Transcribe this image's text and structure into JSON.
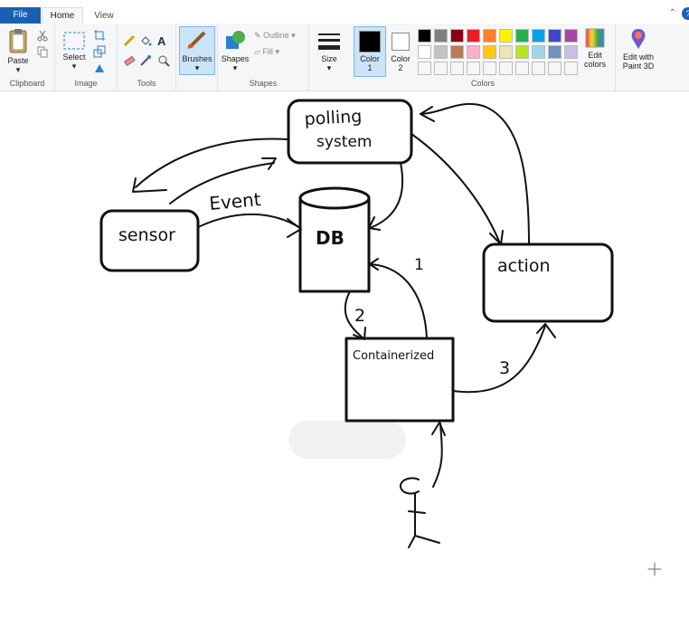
{
  "tabs": {
    "file": "File",
    "home": "Home",
    "view": "View"
  },
  "ribbon": {
    "clipboard": {
      "paste": "Paste",
      "group": "Clipboard"
    },
    "image": {
      "select": "Select",
      "group": "Image"
    },
    "tools": {
      "group": "Tools"
    },
    "brushes": {
      "label": "Brushes"
    },
    "shapes": {
      "label": "Shapes",
      "outline": "Outline",
      "fill": "Fill",
      "group": "Shapes"
    },
    "size": {
      "label": "Size"
    },
    "color1": {
      "label": "Color",
      "num": "1"
    },
    "color2": {
      "label": "Color",
      "num": "2"
    },
    "colors_group": "Colors",
    "edit_colors": {
      "line1": "Edit",
      "line2": "colors"
    },
    "paint3d": {
      "line1": "Edit with",
      "line2": "Paint 3D"
    }
  },
  "palette": {
    "row1": [
      "#000000",
      "#7f7f7f",
      "#880015",
      "#ed1c24",
      "#ff7f27",
      "#fff200",
      "#22b14c",
      "#00a2e8",
      "#3f48cc",
      "#a349a4"
    ],
    "row2": [
      "#ffffff",
      "#c3c3c3",
      "#b97a57",
      "#ffaec9",
      "#ffc90e",
      "#efe4b0",
      "#b5e61d",
      "#99d9ea",
      "#7092be",
      "#c8bfe7"
    ]
  },
  "diagram": {
    "polling": "polling",
    "system": "system",
    "event": "Event",
    "sensor": "sensor",
    "db": "DB",
    "action": "action",
    "container": "Containerized",
    "n1": "1",
    "n2": "2",
    "n3": "3"
  }
}
